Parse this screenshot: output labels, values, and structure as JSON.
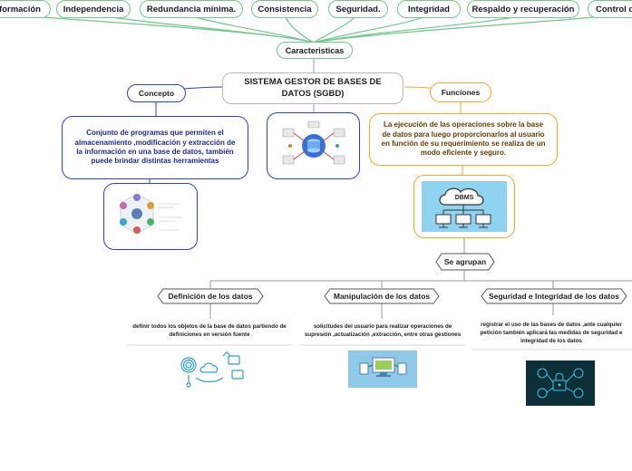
{
  "top_items": [
    "formación",
    "Independencia",
    "Redundancia mínima.",
    "Consistencia",
    "Seguridad.",
    "Integridad",
    "Respaldo y recuperación",
    "Control d"
  ],
  "caracteristicas": "Caracteristicas",
  "central": "SISTEMA GESTOR DE BASES DE DATOS (SGBD)",
  "concepto": {
    "label": "Concepto",
    "text": "Conjunto de programas que permiten el almacenamiento ,modificación y extracción de la información en una base de datos, también puede brindar distintas herramientas"
  },
  "funciones": {
    "label": "Funciones",
    "text": "La ejecución de las operaciones sobre la base de datos para luego proporcionarlos al usuario en función de su requerimiento se realiza de un modo eficiente y seguro.",
    "dbms_label": "DBMS"
  },
  "agrupan": "Se agrupan",
  "groups": [
    {
      "label": "Definición de los datos",
      "text": "definir todos los objetos de la base de datos partiendo de definiciones en versión fuente"
    },
    {
      "label": "Manipulación de los datos",
      "text": "solicitudes del usuario  para realizar operaciones de supresión ,actualización ,extracción, entre otras gestiones"
    },
    {
      "label": "Seguridad e Integridad de los datos",
      "text": "registrar el uso de las bases de datos ,ante cualquier petición también aplicará las medidas de seguridad e integridad de los datos"
    }
  ],
  "colors": {
    "green": "#6fc88a",
    "blue": "#2a3fd6",
    "orange": "#f5a623",
    "gray": "#9a9a9a"
  }
}
